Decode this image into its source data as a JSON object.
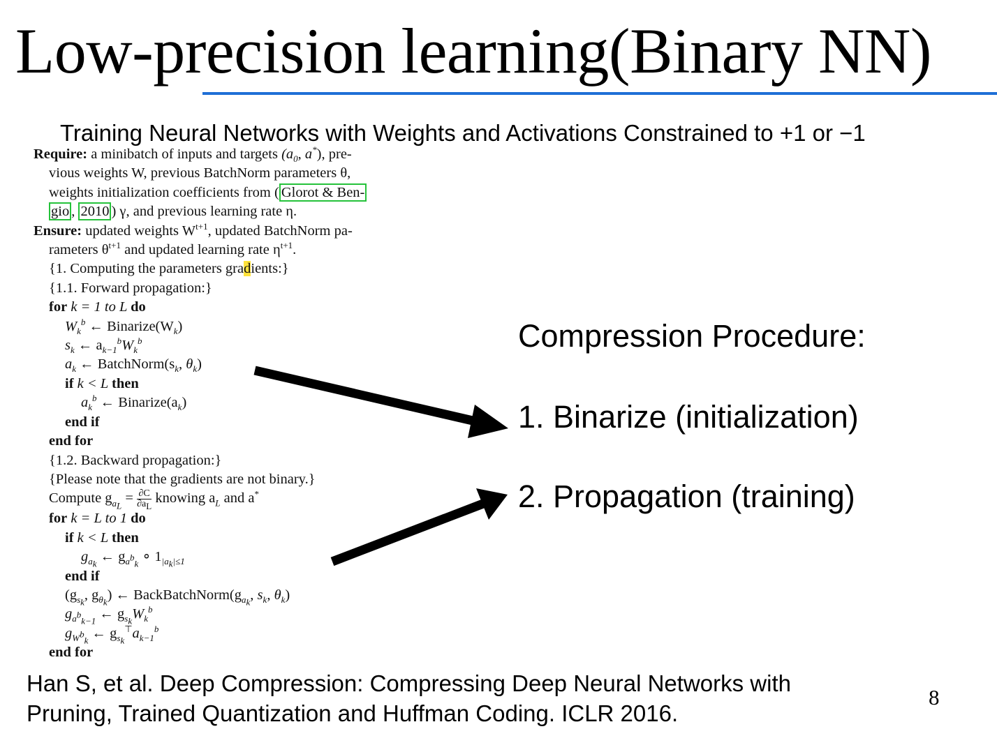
{
  "slide": {
    "title": "Low-precision learning(Binary NN)",
    "paper_title": "Training Neural Networks with Weights and Activations Constrained to +1 or −1",
    "page_number": "8",
    "accent_color": "#1f6fd6"
  },
  "algorithm": {
    "require_label": "Require:",
    "require_text_1": " a minibatch of inputs and targets ",
    "require_math_1": "(a",
    "require_math_1_sub": "0",
    "require_math_1_b": ", a",
    "require_math_1_sup": "*",
    "require_math_1_c": "), pre-",
    "require_text_2": "vious weights W, previous BatchNorm parameters θ,",
    "require_text_3": "weights initialization coefficients from (",
    "cite_1": "Glorot & Ben-",
    "cite_2": "gio",
    "cite_3": "2010",
    "require_text_4": ") γ, and previous learning rate η.",
    "ensure_label": "Ensure:",
    "ensure_text_1": " updated weights W",
    "ensure_sup_1": "t+1",
    "ensure_text_1b": ", updated BatchNorm pa-",
    "ensure_text_2": "rameters θ",
    "ensure_sup_2": "t+1",
    "ensure_text_2b": " and updated learning rate η",
    "ensure_sup_3": "t+1",
    "ensure_text_2c": ".",
    "comment_1a": "{1. Computing the parameters gra",
    "comment_1hl": "d",
    "comment_1b": "ients:}",
    "comment_11": "{1.1. Forward propagation:}",
    "for_1": "for",
    "for_1_range": " k = 1 to L ",
    "do": "do",
    "binarize_w": "W",
    "binarize_w_rest": " ← Binarize(W",
    "s_line": "s",
    "s_line_rest": " ← a",
    "a_line": "a",
    "a_line_rest": " ← BatchNorm(s",
    "if_kw": "if",
    "if_cond": " k < L ",
    "then_kw": "then",
    "ab_line_rest": " ← Binarize(a",
    "end_if": "end if",
    "end_for": "end for",
    "comment_12": "{1.2. Backward propagation:}",
    "comment_note": "{Please note that the gradients are not binary.}",
    "compute_a": "Compute g",
    "compute_b": " = ",
    "compute_num": "∂C",
    "compute_den": "∂a",
    "compute_c": " knowing a",
    "compute_d": " and a",
    "for_2_range": " k = L to 1 ",
    "grad_line": "g",
    "grad_rest": " ← g",
    "grad_tail": " ∘ 1",
    "bbn_line": "(g",
    "bbn_mid": ", g",
    "bbn_rest": ") ← BackBatchNorm(g",
    "gab_rest": " ← g",
    "gw_rest": " ← g"
  },
  "procedure": {
    "heading": "Compression Procedure:",
    "step_1": "1. Binarize (initialization)",
    "step_2": "2. Propagation (training)"
  },
  "reference": {
    "line_1": "Han S, et al. Deep Compression: Compressing Deep Neural Networks with",
    "line_2": "Pruning, Trained Quantization and Huffman Coding. ICLR 2016."
  }
}
